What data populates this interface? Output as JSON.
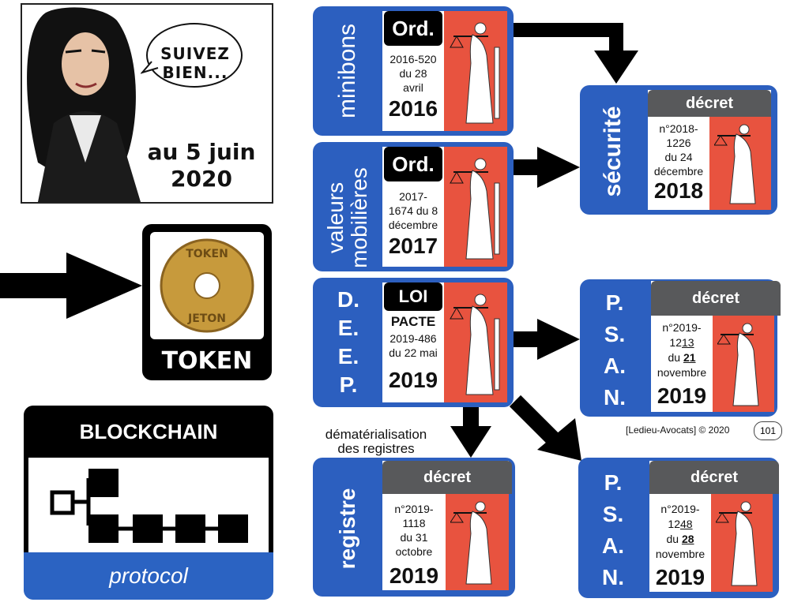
{
  "intro": {
    "speech": "SUIVEZ BIEN...",
    "date": "au 5 juin 2020"
  },
  "token": {
    "label": "TOKEN",
    "coin_top": "TOKEN",
    "coin_bottom": "JETON"
  },
  "blockchain": {
    "title": "BLOCKCHAIN",
    "footer": "protocol"
  },
  "cards": {
    "minibons": {
      "side": "minibons",
      "header": "Ord.",
      "ref": [
        "2016-520",
        "du 28",
        "avril"
      ],
      "year": "2016"
    },
    "valeurs": {
      "side_line1": "valeurs",
      "side_line2": "mobilières",
      "header": "Ord.",
      "ref": [
        "2017-",
        "1674 du 8",
        "décembre"
      ],
      "year": "2017"
    },
    "deep": {
      "letters": [
        "D.",
        "E.",
        "E.",
        "P."
      ],
      "header": "LOI",
      "subheader": "PACTE",
      "ref": [
        "2019-486",
        "du 22 mai"
      ],
      "year": "2019"
    },
    "securite": {
      "side": "sécurité",
      "header": "décret",
      "ref": [
        "n°2018-",
        "1226",
        "du 24",
        "décembre"
      ],
      "year": "2018"
    },
    "psan1": {
      "letters": [
        "P.",
        "S.",
        "A.",
        "N."
      ],
      "header": "décret",
      "ref_line1": "n°2019-",
      "ref_line2_a": "12",
      "ref_line2_b": "13",
      "ref_line3_a": "du ",
      "ref_line3_b": "21",
      "ref_line4": "novembre",
      "year": "2019"
    },
    "registre": {
      "side": "registre",
      "header": "décret",
      "ref": [
        "n°2019-",
        "1118",
        "du 31",
        "octobre"
      ],
      "year": "2019"
    },
    "psan2": {
      "letters": [
        "P.",
        "S.",
        "A.",
        "N."
      ],
      "header": "décret",
      "ref_line1": "n°2019-",
      "ref_line2_a": "12",
      "ref_line2_b": "48",
      "ref_line3_a": "du ",
      "ref_line3_b": "28",
      "ref_line4": "novembre",
      "year": "2019"
    }
  },
  "note": {
    "line1": "dématérialisation",
    "line2": "des registres"
  },
  "footer": {
    "credit": "[Ledieu-Avocats] © 2020",
    "page": "101"
  },
  "colors": {
    "card_blue": "#2c5fbf",
    "statue_red": "#e8533f",
    "header_grey": "#58595b",
    "protocol_blue": "#2b63c2"
  }
}
